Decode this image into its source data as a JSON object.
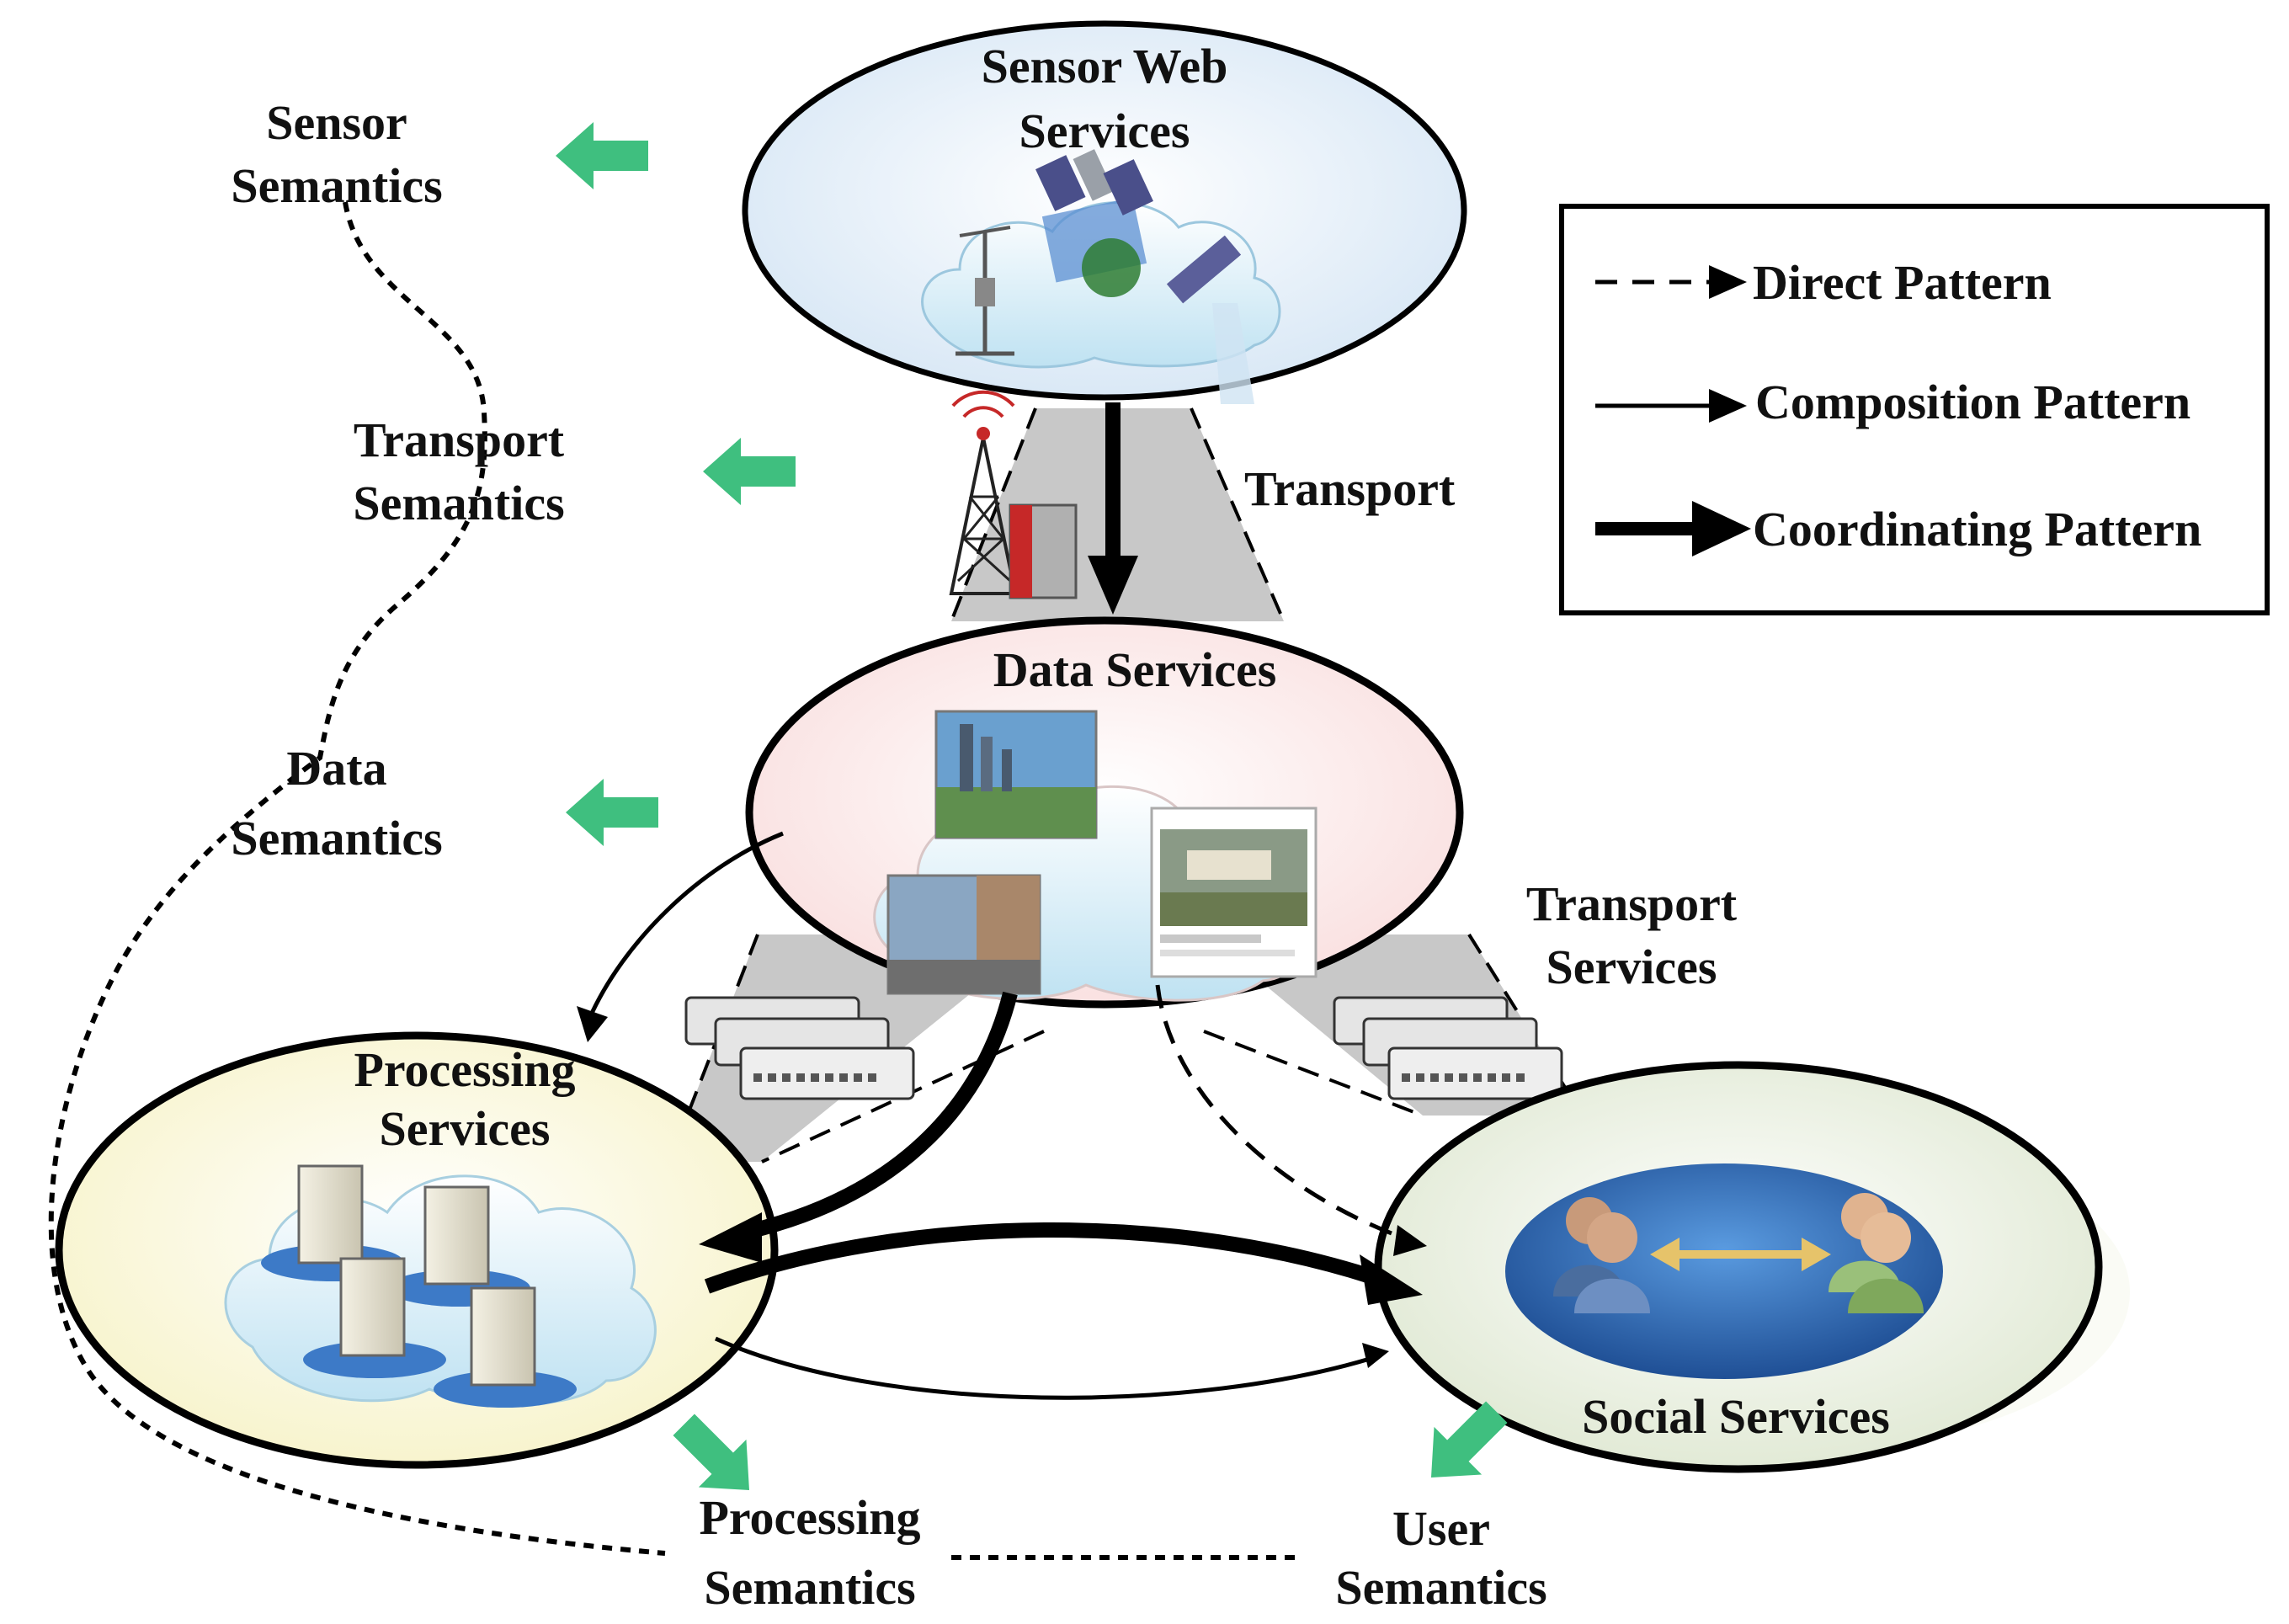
{
  "nodes": {
    "sensor_web": {
      "line1": "Sensor Web",
      "line2": "Services"
    },
    "data": {
      "title": "Data Services"
    },
    "processing": {
      "line1": "Processing",
      "line2": "Services"
    },
    "social": {
      "title": "Social Services"
    }
  },
  "links": {
    "transport": "Transport",
    "transport_services": {
      "line1": "Transport",
      "line2": "Services"
    }
  },
  "semantics": {
    "sensor": {
      "line1": "Sensor",
      "line2": "Semantics"
    },
    "transport": {
      "line1": "Transport",
      "line2": "Semantics"
    },
    "data": {
      "line1": "Data",
      "line2": "Semantics"
    },
    "processing": {
      "line1": "Processing",
      "line2": "Semantics"
    },
    "user": {
      "line1": "User",
      "line2": "Semantics"
    }
  },
  "legend": {
    "direct": "Direct Pattern",
    "composition": "Composition Pattern",
    "coordinating": "Coordinating Pattern"
  },
  "colors": {
    "sensor_fill": "#e3eff9",
    "data_fill": "#fbeaea",
    "processing_fill": "#fbf9dd",
    "social_fill": "#eaf0e0",
    "transport_zone": "#c8c8c8",
    "semantic_arrow": "#3fbf7f"
  },
  "icons": {
    "sensor_web": "sensor-satellite-cloud-icon",
    "tower": "radio-tower-icon",
    "data": "photo-cloud-icon",
    "switch": "network-switch-icon",
    "processing": "server-cloud-icon",
    "social": "user-groups-icon"
  }
}
